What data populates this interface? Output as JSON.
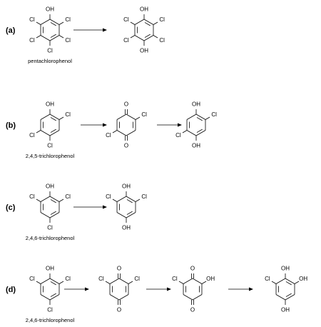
{
  "reactions": [
    {
      "label": "(a)",
      "species": [
        {
          "name": "pentachlorophenol",
          "substituents": [
            "OH",
            "Cl",
            "Cl",
            "Cl",
            "Cl",
            "Cl"
          ],
          "carbonyls": []
        },
        {
          "name": "",
          "substituents": [
            "OH",
            "Cl",
            "Cl",
            "OH",
            "Cl",
            "Cl"
          ],
          "carbonyls": []
        }
      ]
    },
    {
      "label": "(b)",
      "species": [
        {
          "name": "2,4,5-trichlorophenol",
          "substituents": [
            "OH",
            "Cl",
            "",
            "Cl",
            "Cl",
            ""
          ],
          "carbonyls": []
        },
        {
          "name": "",
          "substituents": [
            "O",
            "Cl",
            "",
            "O",
            "Cl",
            ""
          ],
          "carbonyls": [
            0,
            3
          ]
        },
        {
          "name": "",
          "substituents": [
            "OH",
            "Cl",
            "",
            "OH",
            "Cl",
            ""
          ],
          "carbonyls": []
        }
      ]
    },
    {
      "label": "(c)",
      "species": [
        {
          "name": "2,4,6-trichlorophenol",
          "substituents": [
            "OH",
            "Cl",
            "",
            "Cl",
            "",
            "Cl"
          ],
          "carbonyls": []
        },
        {
          "name": "",
          "substituents": [
            "OH",
            "Cl",
            "",
            "OH",
            "",
            "Cl"
          ],
          "carbonyls": []
        }
      ]
    },
    {
      "label": "(d)",
      "species": [
        {
          "name": "2,4,6-trichlorophenol",
          "substituents": [
            "OH",
            "Cl",
            "",
            "Cl",
            "",
            "Cl"
          ],
          "carbonyls": []
        },
        {
          "name": "",
          "substituents": [
            "O",
            "Cl",
            "",
            "O",
            "",
            "Cl"
          ],
          "carbonyls": [
            0,
            3
          ]
        },
        {
          "name": "",
          "substituents": [
            "O",
            "OH",
            "",
            "O",
            "",
            "Cl"
          ],
          "carbonyls": [
            0,
            3
          ]
        },
        {
          "name": "",
          "substituents": [
            "OH",
            "OH",
            "",
            "OH",
            "",
            "Cl"
          ],
          "carbonyls": []
        }
      ]
    }
  ]
}
